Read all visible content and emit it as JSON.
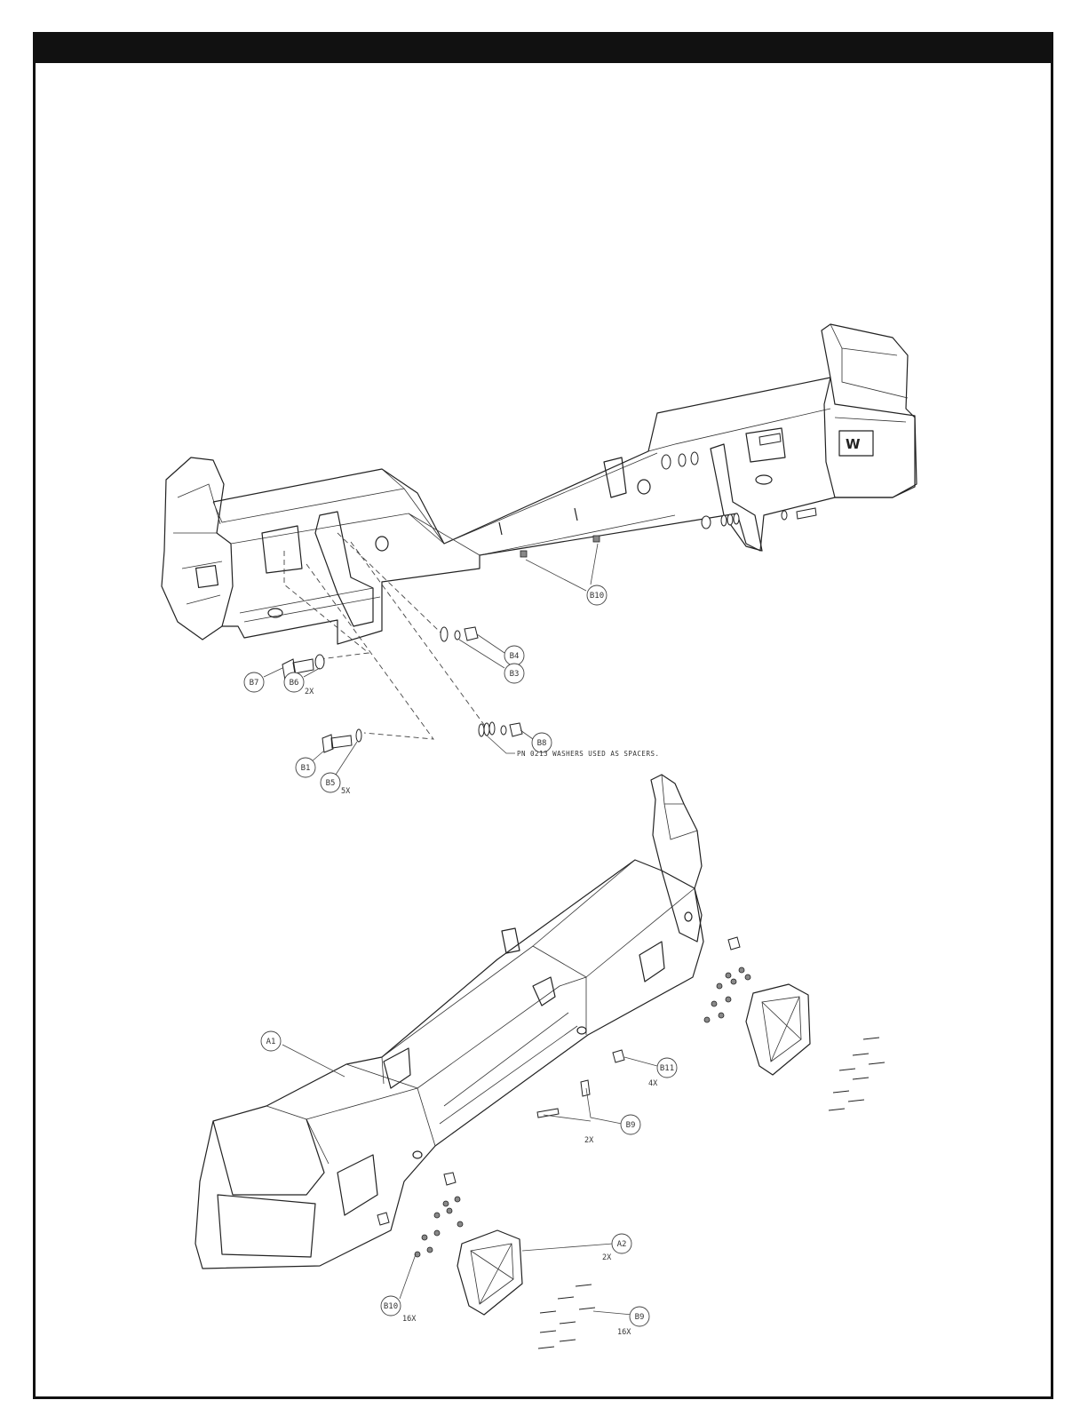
{
  "colors": {
    "header_bar": "#111111",
    "line": "#222222",
    "background": "#ffffff"
  },
  "top_assembly": {
    "callouts": [
      {
        "id": "B10",
        "qty": ""
      },
      {
        "id": "B4",
        "qty": ""
      },
      {
        "id": "B3",
        "qty": ""
      },
      {
        "id": "B8",
        "qty": ""
      },
      {
        "id": "B7",
        "qty": ""
      },
      {
        "id": "B6",
        "qty": "2X"
      },
      {
        "id": "B1",
        "qty": ""
      },
      {
        "id": "B5",
        "qty": "5X"
      }
    ],
    "note": "PN 0213 WASHERS USED AS SPACERS."
  },
  "bottom_assembly": {
    "callouts": [
      {
        "id": "A1",
        "qty": ""
      },
      {
        "id": "B11",
        "qty": "4X"
      },
      {
        "id": "B9",
        "qty": "2X"
      },
      {
        "id": "A2",
        "qty": "2X"
      },
      {
        "id": "B10",
        "qty": "16X"
      },
      {
        "id": "B9",
        "qty": "16X"
      }
    ]
  }
}
